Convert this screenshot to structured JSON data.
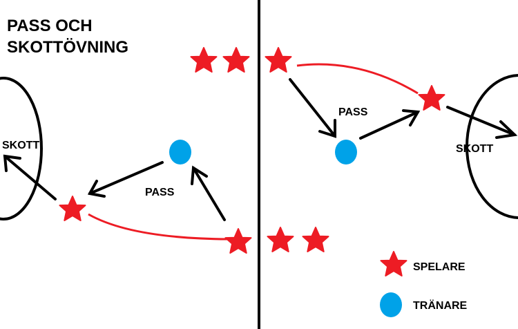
{
  "title_line1": "PASS OCH",
  "title_line2": "SKOTTÖVNING",
  "labels": {
    "pass_left": "PASS",
    "pass_right": "PASS",
    "skott_left": "SKOTT",
    "skott_right": "SKOTT"
  },
  "legend": {
    "player": "SPELARE",
    "coach": "TRÄNARE"
  },
  "colors": {
    "player": "#ed1c24",
    "coach": "#00a2e8",
    "line": "#000000"
  }
}
